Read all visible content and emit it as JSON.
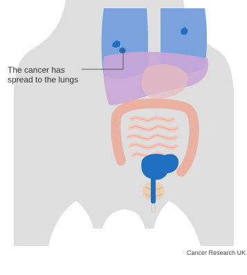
{
  "diagram": {
    "annotation": {
      "line1": "The cancer has",
      "line2": "spread to the lungs"
    },
    "credit": "Cancer Research UK"
  },
  "colors": {
    "body": "#dedede",
    "lungs": "#7aa3dd",
    "liver": "#c9a6d6",
    "intestine": "#eab0a0",
    "tumour": "#1f6fc0",
    "bladder": "#e9cfb0",
    "callout_line": "#555555"
  }
}
